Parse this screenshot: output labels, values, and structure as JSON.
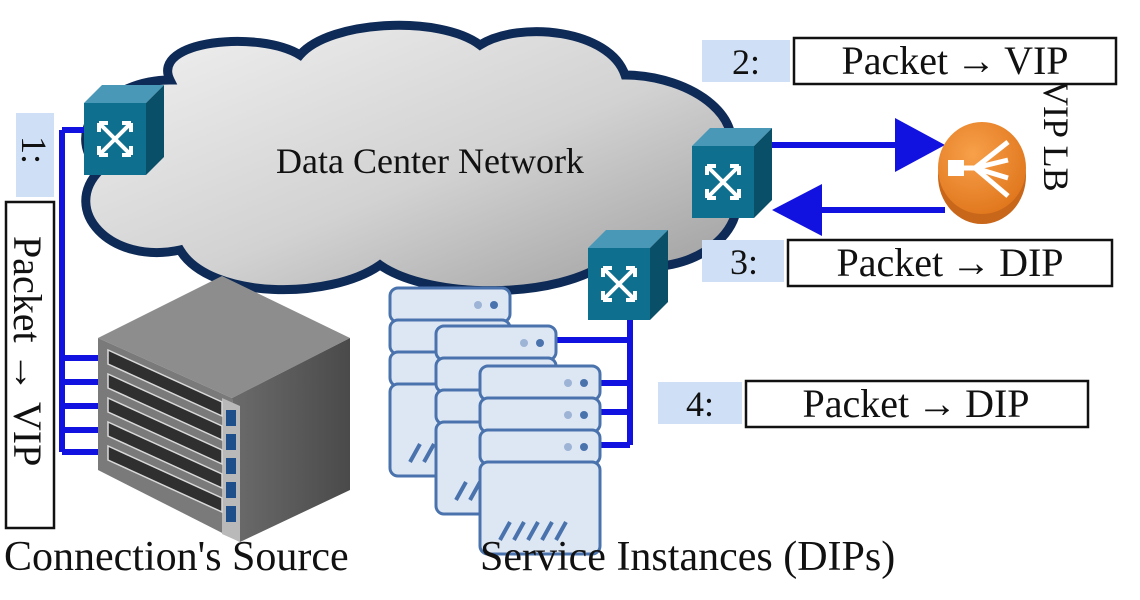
{
  "cloud_label": "Data Center Network",
  "steps": [
    {
      "number": "1:",
      "text": "Packet → VIP"
    },
    {
      "number": "2:",
      "text": "Packet → VIP"
    },
    {
      "number": "3:",
      "text": "Packet → DIP"
    },
    {
      "number": "4:",
      "text": "Packet → DIP"
    }
  ],
  "lb_label": "VIP LB",
  "source_label": "Connection's Source",
  "instances_label": "Service Instances (DIPs)",
  "colors": {
    "link": "#1212e0",
    "switch": "#0e6f8f",
    "cloud_outline": "#0e2a56",
    "step_badge": "#cfe0f6",
    "lb": "#f08a2c",
    "server_outline": "#4a73ad",
    "server_fill": "#dde7f3"
  }
}
